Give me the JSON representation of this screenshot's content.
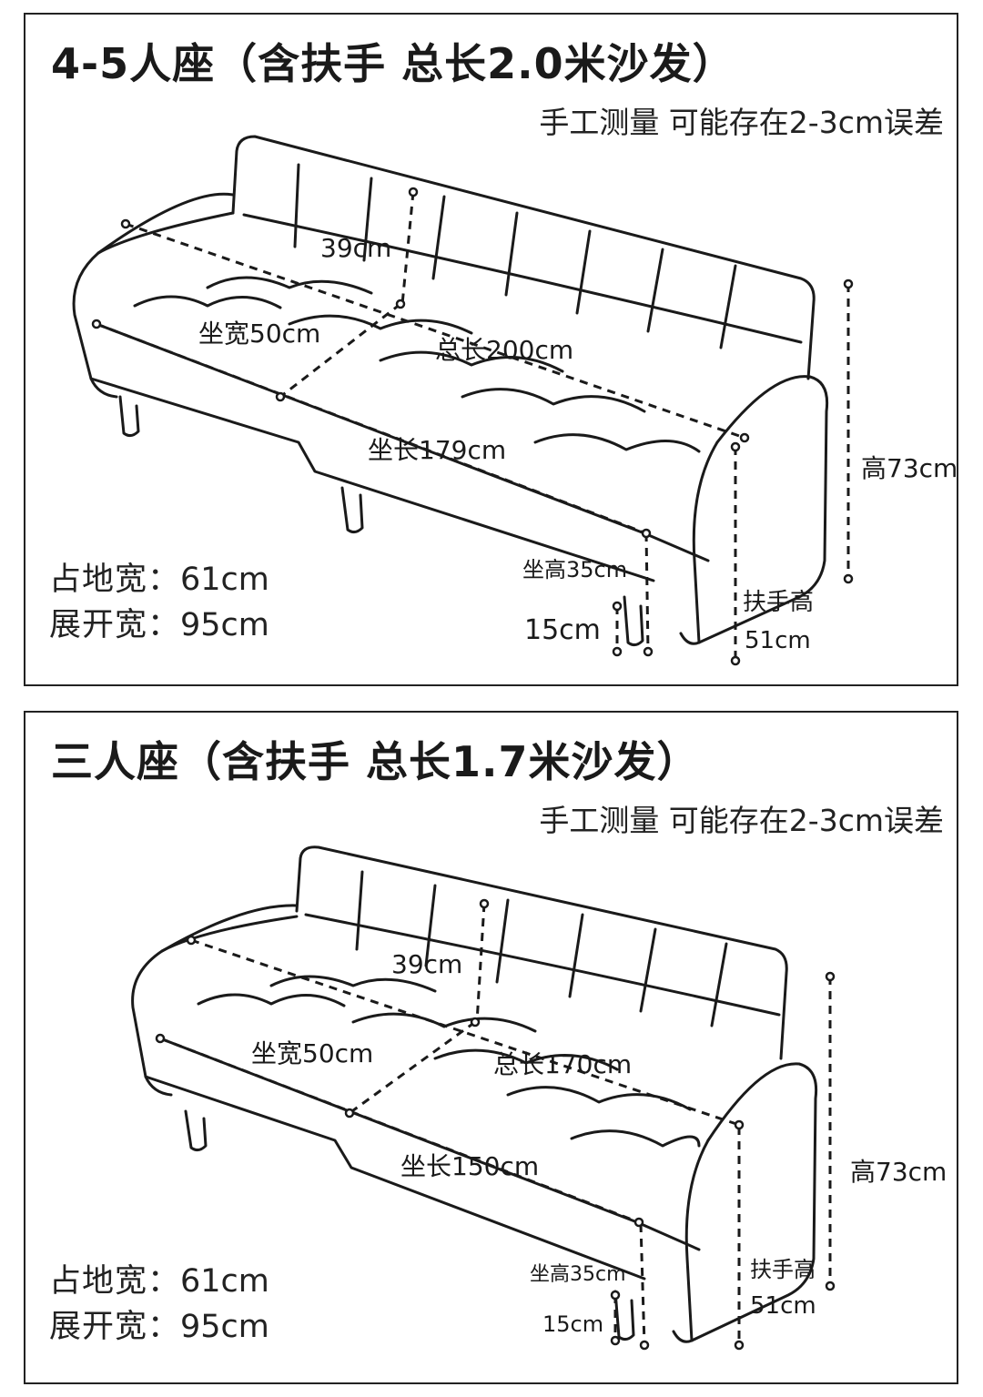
{
  "panels": [
    {
      "title": "4-5人座（含扶手 总长2.0米沙发）",
      "note": "手工测量 可能存在2-3cm误差",
      "labels": {
        "back_height": "39cm",
        "seat_depth": "坐宽50cm",
        "total_length": "总长200cm",
        "seat_length": "坐长179cm",
        "height": "高73cm",
        "seat_height": "坐高35cm",
        "leg_height": "15cm",
        "arm_label": "扶手高",
        "arm_value": "51cm"
      },
      "floor_width_label": "占地宽：",
      "floor_width_value": "61cm",
      "unfold_width_label": "展开宽：",
      "unfold_width_value": "95cm"
    },
    {
      "title": "三人座（含扶手 总长1.7米沙发）",
      "note": "手工测量 可能存在2-3cm误差",
      "labels": {
        "back_height": "39cm",
        "seat_depth": "坐宽50cm",
        "total_length": "总长170cm",
        "seat_length": "坐长150cm",
        "height": "高73cm",
        "seat_height": "坐高35cm",
        "leg_height": "15cm",
        "arm_label": "扶手高",
        "arm_value": "51cm"
      },
      "floor_width_label": "占地宽：",
      "floor_width_value": "61cm",
      "unfold_width_label": "展开宽：",
      "unfold_width_value": "95cm"
    }
  ]
}
